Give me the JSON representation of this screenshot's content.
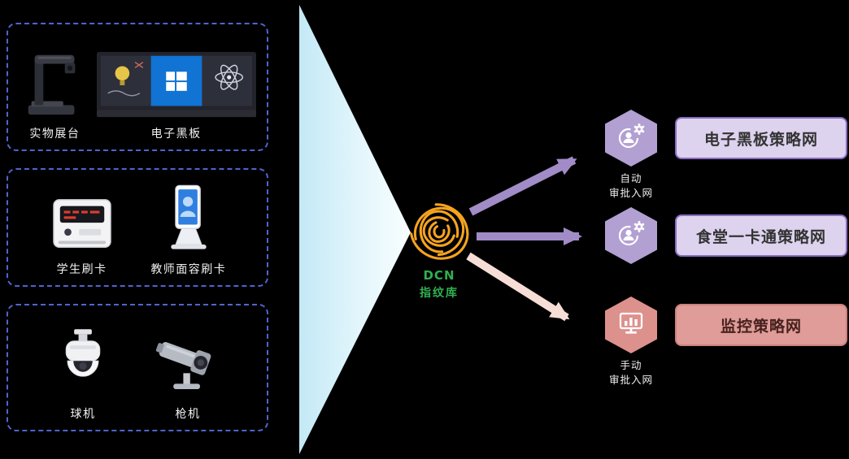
{
  "device_groups": [
    {
      "name": "display-devices",
      "items": [
        {
          "icon": "document-camera-icon",
          "label": "实物展台"
        },
        {
          "icon": "smart-blackboard-icon",
          "label": "电子黑板"
        }
      ]
    },
    {
      "name": "card-swipe-devices",
      "items": [
        {
          "icon": "card-reader-icon",
          "label": "学生刷卡"
        },
        {
          "icon": "face-terminal-icon",
          "label": "教师面容刷卡"
        }
      ]
    },
    {
      "name": "camera-devices",
      "items": [
        {
          "icon": "dome-camera-icon",
          "label": "球机"
        },
        {
          "icon": "bullet-camera-icon",
          "label": "枪机"
        }
      ]
    }
  ],
  "hub": {
    "icon": "fingerprint-icon",
    "line1": "DCN",
    "line2": "指纹库"
  },
  "flows": [
    {
      "icon": "automation-gear-icon",
      "approval_line1": "自动",
      "approval_line2": "审批入网",
      "target": "电子黑板策略网",
      "theme": "purple"
    },
    {
      "icon": "automation-gear-icon",
      "approval_line1": "",
      "approval_line2": "",
      "target": "食堂一卡通策略网",
      "theme": "purple"
    },
    {
      "icon": "monitor-chart-icon",
      "approval_line1": "手动",
      "approval_line2": "审批入网",
      "target": "监控策略网",
      "theme": "pink"
    }
  ],
  "colors": {
    "background": "#000000",
    "dashed_border": "#5064cf",
    "funnel_blue": "#c3e9f6",
    "fingerprint_orange": "#f6a41e",
    "hub_label_green": "#2eb150",
    "arrow_purple": "#a18cc7",
    "arrow_pink": "#f6ded6",
    "hex_purple": "#b2a0d2",
    "hex_pink": "#dd918d",
    "policy_purple_fill": "#ddd3ee",
    "policy_purple_border": "#8a6cc2",
    "policy_pink_fill": "#df9c98",
    "policy_pink_border": "#cc827d"
  }
}
